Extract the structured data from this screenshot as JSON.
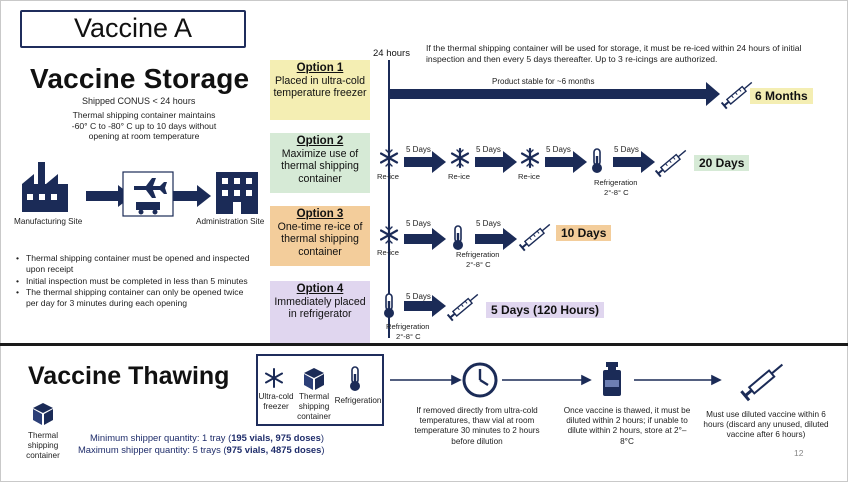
{
  "title": "Vaccine A",
  "storage": {
    "heading": "Vaccine Storage",
    "subtitle": "Shipped CONUS  < 24 hours",
    "note": "Thermal shipping container maintains -60° C to -80° C up to 10 days without opening at room temperature",
    "manufacturing_label": "Manufacturing Site",
    "administration_label": "Administration Site",
    "bullets": [
      "Thermal shipping container must be opened and inspected upon receipt",
      "Initial inspection must be completed in less than 5 minutes",
      "The thermal shipping container can only be opened twice per day for 3 minutes  during each opening"
    ]
  },
  "timeline": {
    "hours_label": "24 hours",
    "top_note": "If the thermal shipping container will be used for storage, it must be re-iced within 24 hours of initial inspection and then every 5 days thereafter. Up to 3 re-icings are authorized.",
    "product_stable": "Product stable for ~6 months",
    "five_days": "5 Days",
    "reice": "Re-ice",
    "refrigeration": "Refrigeration",
    "refrig_temp": "2°-8° C"
  },
  "options": [
    {
      "title": "Option 1",
      "text": "Placed in ultra-cold temperature freezer",
      "result": "6 Months"
    },
    {
      "title": "Option 2",
      "text": "Maximize use of thermal shipping container",
      "result": "20 Days"
    },
    {
      "title": "Option 3",
      "text": "One-time re-ice of thermal shipping container",
      "result": "10 Days"
    },
    {
      "title": "Option 4",
      "text": "Immediately placed in refrigerator",
      "result": "5 Days (120 Hours)"
    }
  ],
  "thawing": {
    "heading": "Vaccine Thawing",
    "icons": [
      "Ultra-cold freezer",
      "Thermal shipping container",
      "Refrigeration"
    ],
    "container_label": "Thermal shipping container",
    "step1": "If removed directly from ultra-cold temperatures, thaw vial at room temperature 30 minutes to 2 hours before dilution",
    "step2": "Once vaccine is thawed, it must be diluted within 2 hours; if unable to dilute within 2 hours, store at  2°– 8°C",
    "step3": "Must use diluted vaccine within 6 hours (discard any unused, diluted vaccine after 6 hours)",
    "min_prefix": "Minimum shipper quantity: 1 tray (",
    "min_bold": "195 vials, 975 doses",
    "min_suffix": ")",
    "max_prefix": "Maximum shipper quantity: 5 trays (",
    "max_bold": "975 vials, 4875 doses",
    "max_suffix": ")"
  },
  "page_number": "12",
  "colors": {
    "navy": "#1b2b57",
    "yellow": "#f4eeb3",
    "green": "#d6ead6",
    "orange": "#f3cd9b",
    "purple": "#e0d6ef"
  }
}
